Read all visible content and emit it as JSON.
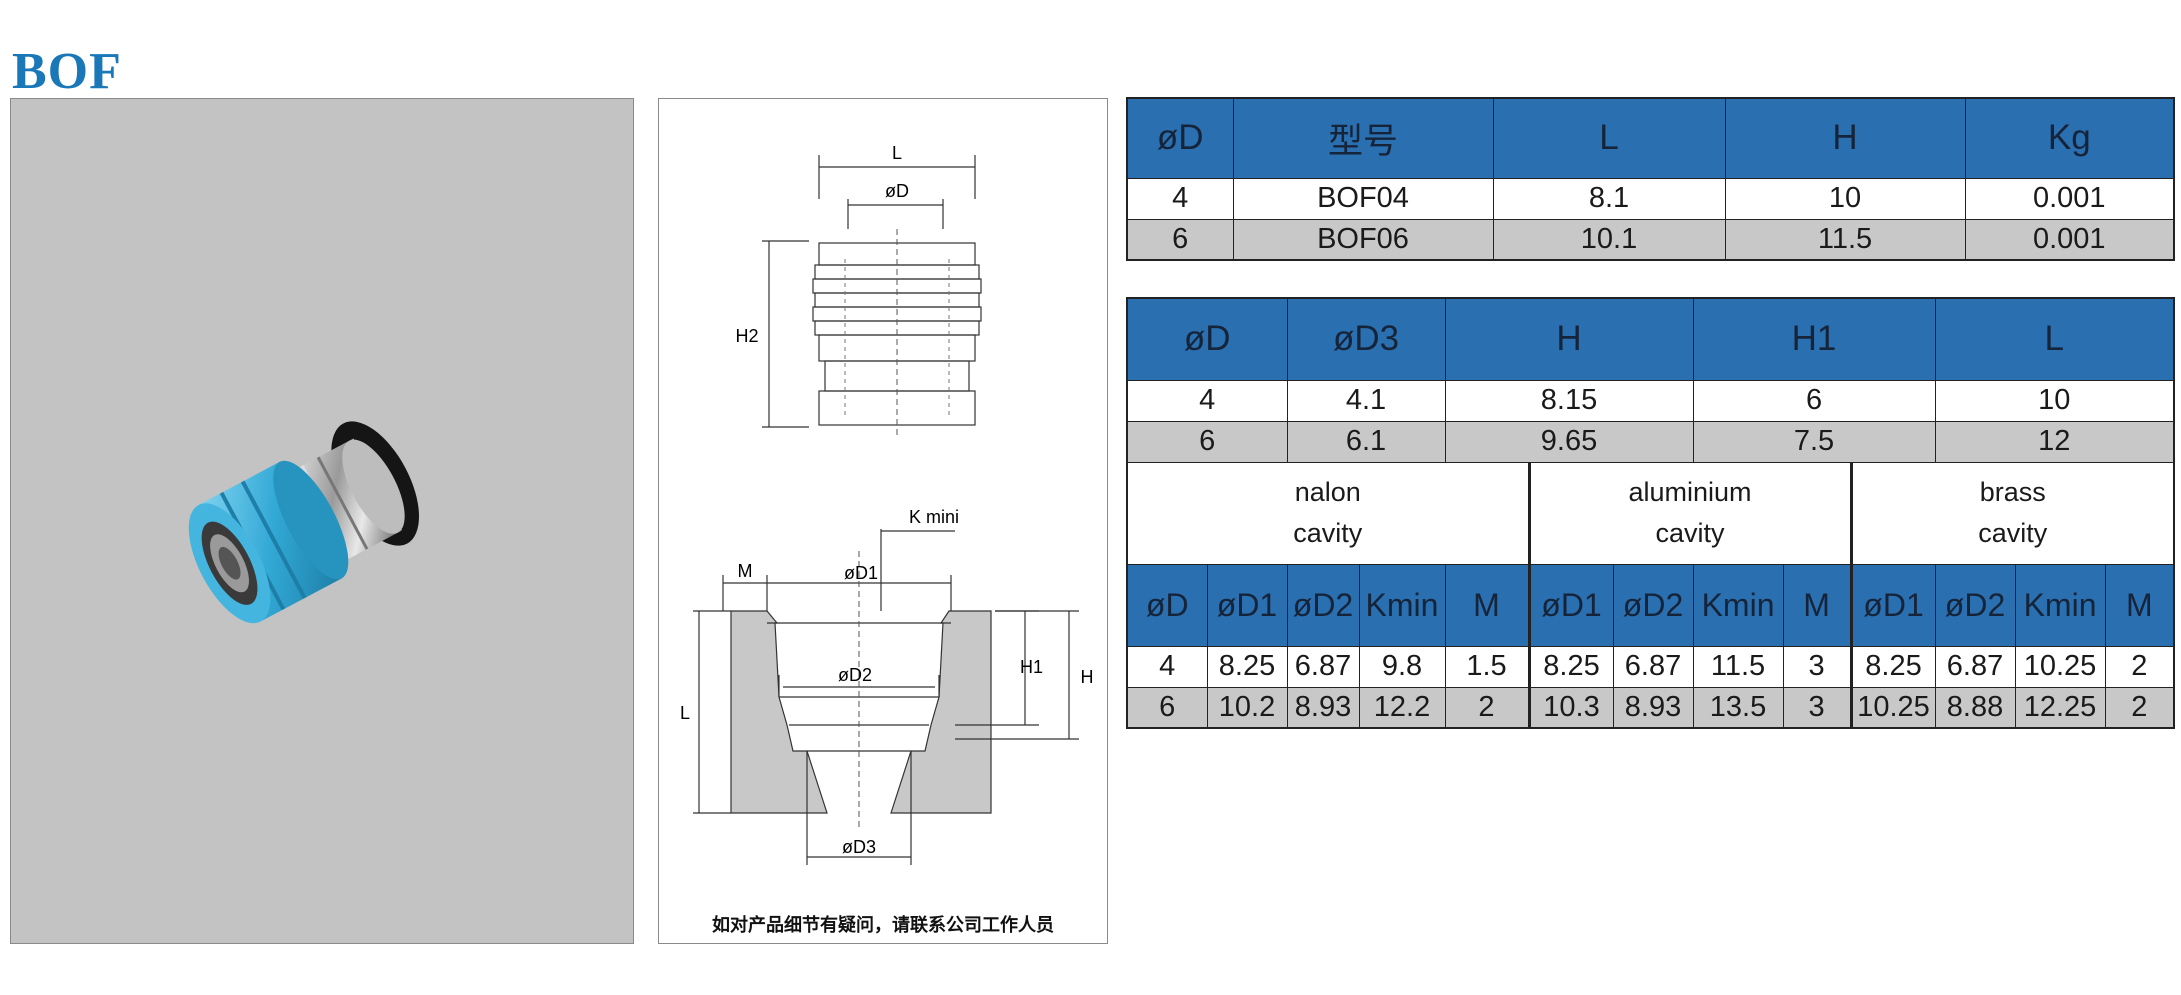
{
  "title": "BOF",
  "drawing": {
    "labels": {
      "L": "L",
      "D": "øD",
      "H2": "H2",
      "K": "K mini",
      "M": "M",
      "D1": "øD1",
      "D2": "øD2",
      "H1": "H1",
      "H": "H",
      "L2": "L",
      "D3": "øD3"
    },
    "note": "如对产品细节有疑问，请联系公司工作人员"
  },
  "table1": {
    "headers": [
      "øD",
      "型号",
      "L",
      "H",
      "Kg"
    ],
    "rows": [
      [
        "4",
        "BOF04",
        "8.1",
        "10",
        "0.001"
      ],
      [
        "6",
        "BOF06",
        "10.1",
        "11.5",
        "0.001"
      ]
    ]
  },
  "table2": {
    "headers": [
      "øD",
      "øD3",
      "H",
      "H1",
      "L"
    ],
    "rows": [
      [
        "4",
        "4.1",
        "8.15",
        "6",
        "10"
      ],
      [
        "6",
        "6.1",
        "9.65",
        "7.5",
        "12"
      ]
    ],
    "cavities": [
      {
        "line1": "nalon",
        "line2": "cavity"
      },
      {
        "line1": "aluminium",
        "line2": "cavity"
      },
      {
        "line1": "brass",
        "line2": "cavity"
      }
    ],
    "cavity_headers": [
      "øD",
      "øD1",
      "øD2",
      "Kmin",
      "M",
      "øD1",
      "øD2",
      "Kmin",
      "M",
      "øD1",
      "øD2",
      "Kmin",
      "M"
    ],
    "cavity_rows": [
      [
        "4",
        "8.25",
        "6.87",
        "9.8",
        "1.5",
        "8.25",
        "6.87",
        "11.5",
        "3",
        "8.25",
        "6.87",
        "10.25",
        "2"
      ],
      [
        "6",
        "10.2",
        "8.93",
        "12.2",
        "2",
        "10.3",
        "8.93",
        "13.5",
        "3",
        "10.25",
        "8.88",
        "12.25",
        "2"
      ]
    ]
  }
}
